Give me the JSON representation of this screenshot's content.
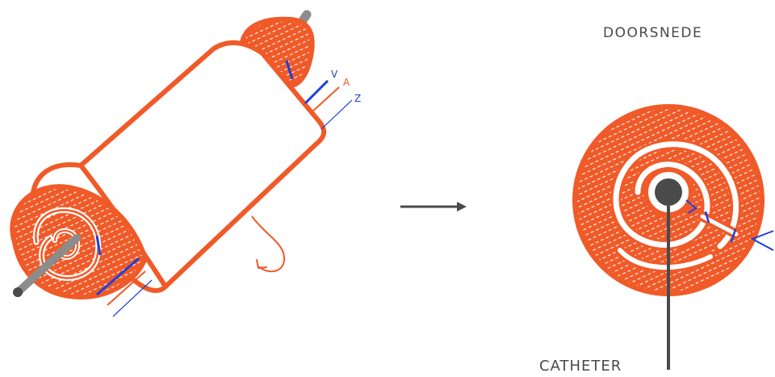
{
  "labels": {
    "section_title": "DOORSNEDE",
    "catheter": "CATHETER",
    "v": "V",
    "a": "A",
    "z": "Z"
  },
  "colors": {
    "orange": "#f05a28",
    "blue": "#1f3fd8",
    "gray": "#4a4a4a",
    "rod": "#8c8c8c"
  },
  "icons": {
    "arrow": "right-arrow-icon",
    "rotate": "rotate-arrow-icon"
  }
}
